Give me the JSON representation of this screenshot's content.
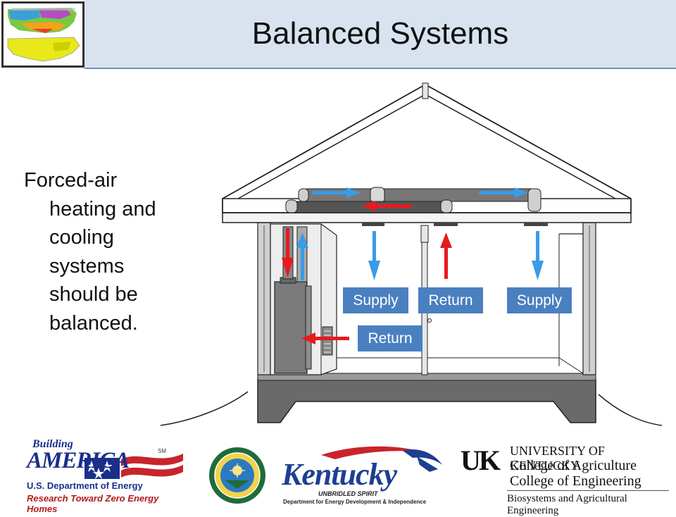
{
  "slide": {
    "title": "Balanced Systems",
    "bullet": "Forced-air heating and cooling systems should be balanced."
  },
  "diagram": {
    "labels": {
      "supply_left": "Supply",
      "return_middle": "Return",
      "supply_right": "Supply",
      "return_lower": "Return"
    },
    "colors": {
      "supply_arrow": "#3a9be8",
      "return_arrow": "#e8191f",
      "label_bg": "#4a80c0"
    }
  },
  "logos": {
    "building_america": {
      "title_top": "Building",
      "title": "AMERICA",
      "mark": "SM",
      "line1": "U.S. Department of Energy",
      "line2": "Research Toward Zero Energy Homes"
    },
    "doe_seal": {
      "icon": "doe-seal-icon"
    },
    "kentucky": {
      "word": "Kentucky",
      "tagline": "UNBRIDLED SPIRIT",
      "department": "Department for Energy Development & Independence"
    },
    "uk": {
      "mark": "UK",
      "line1": "UNIVERSITY OF KENTUCKY",
      "line2": "College of Agriculture",
      "line3": "College of Engineering",
      "line4": "Biosystems and Agricultural Engineering"
    }
  }
}
